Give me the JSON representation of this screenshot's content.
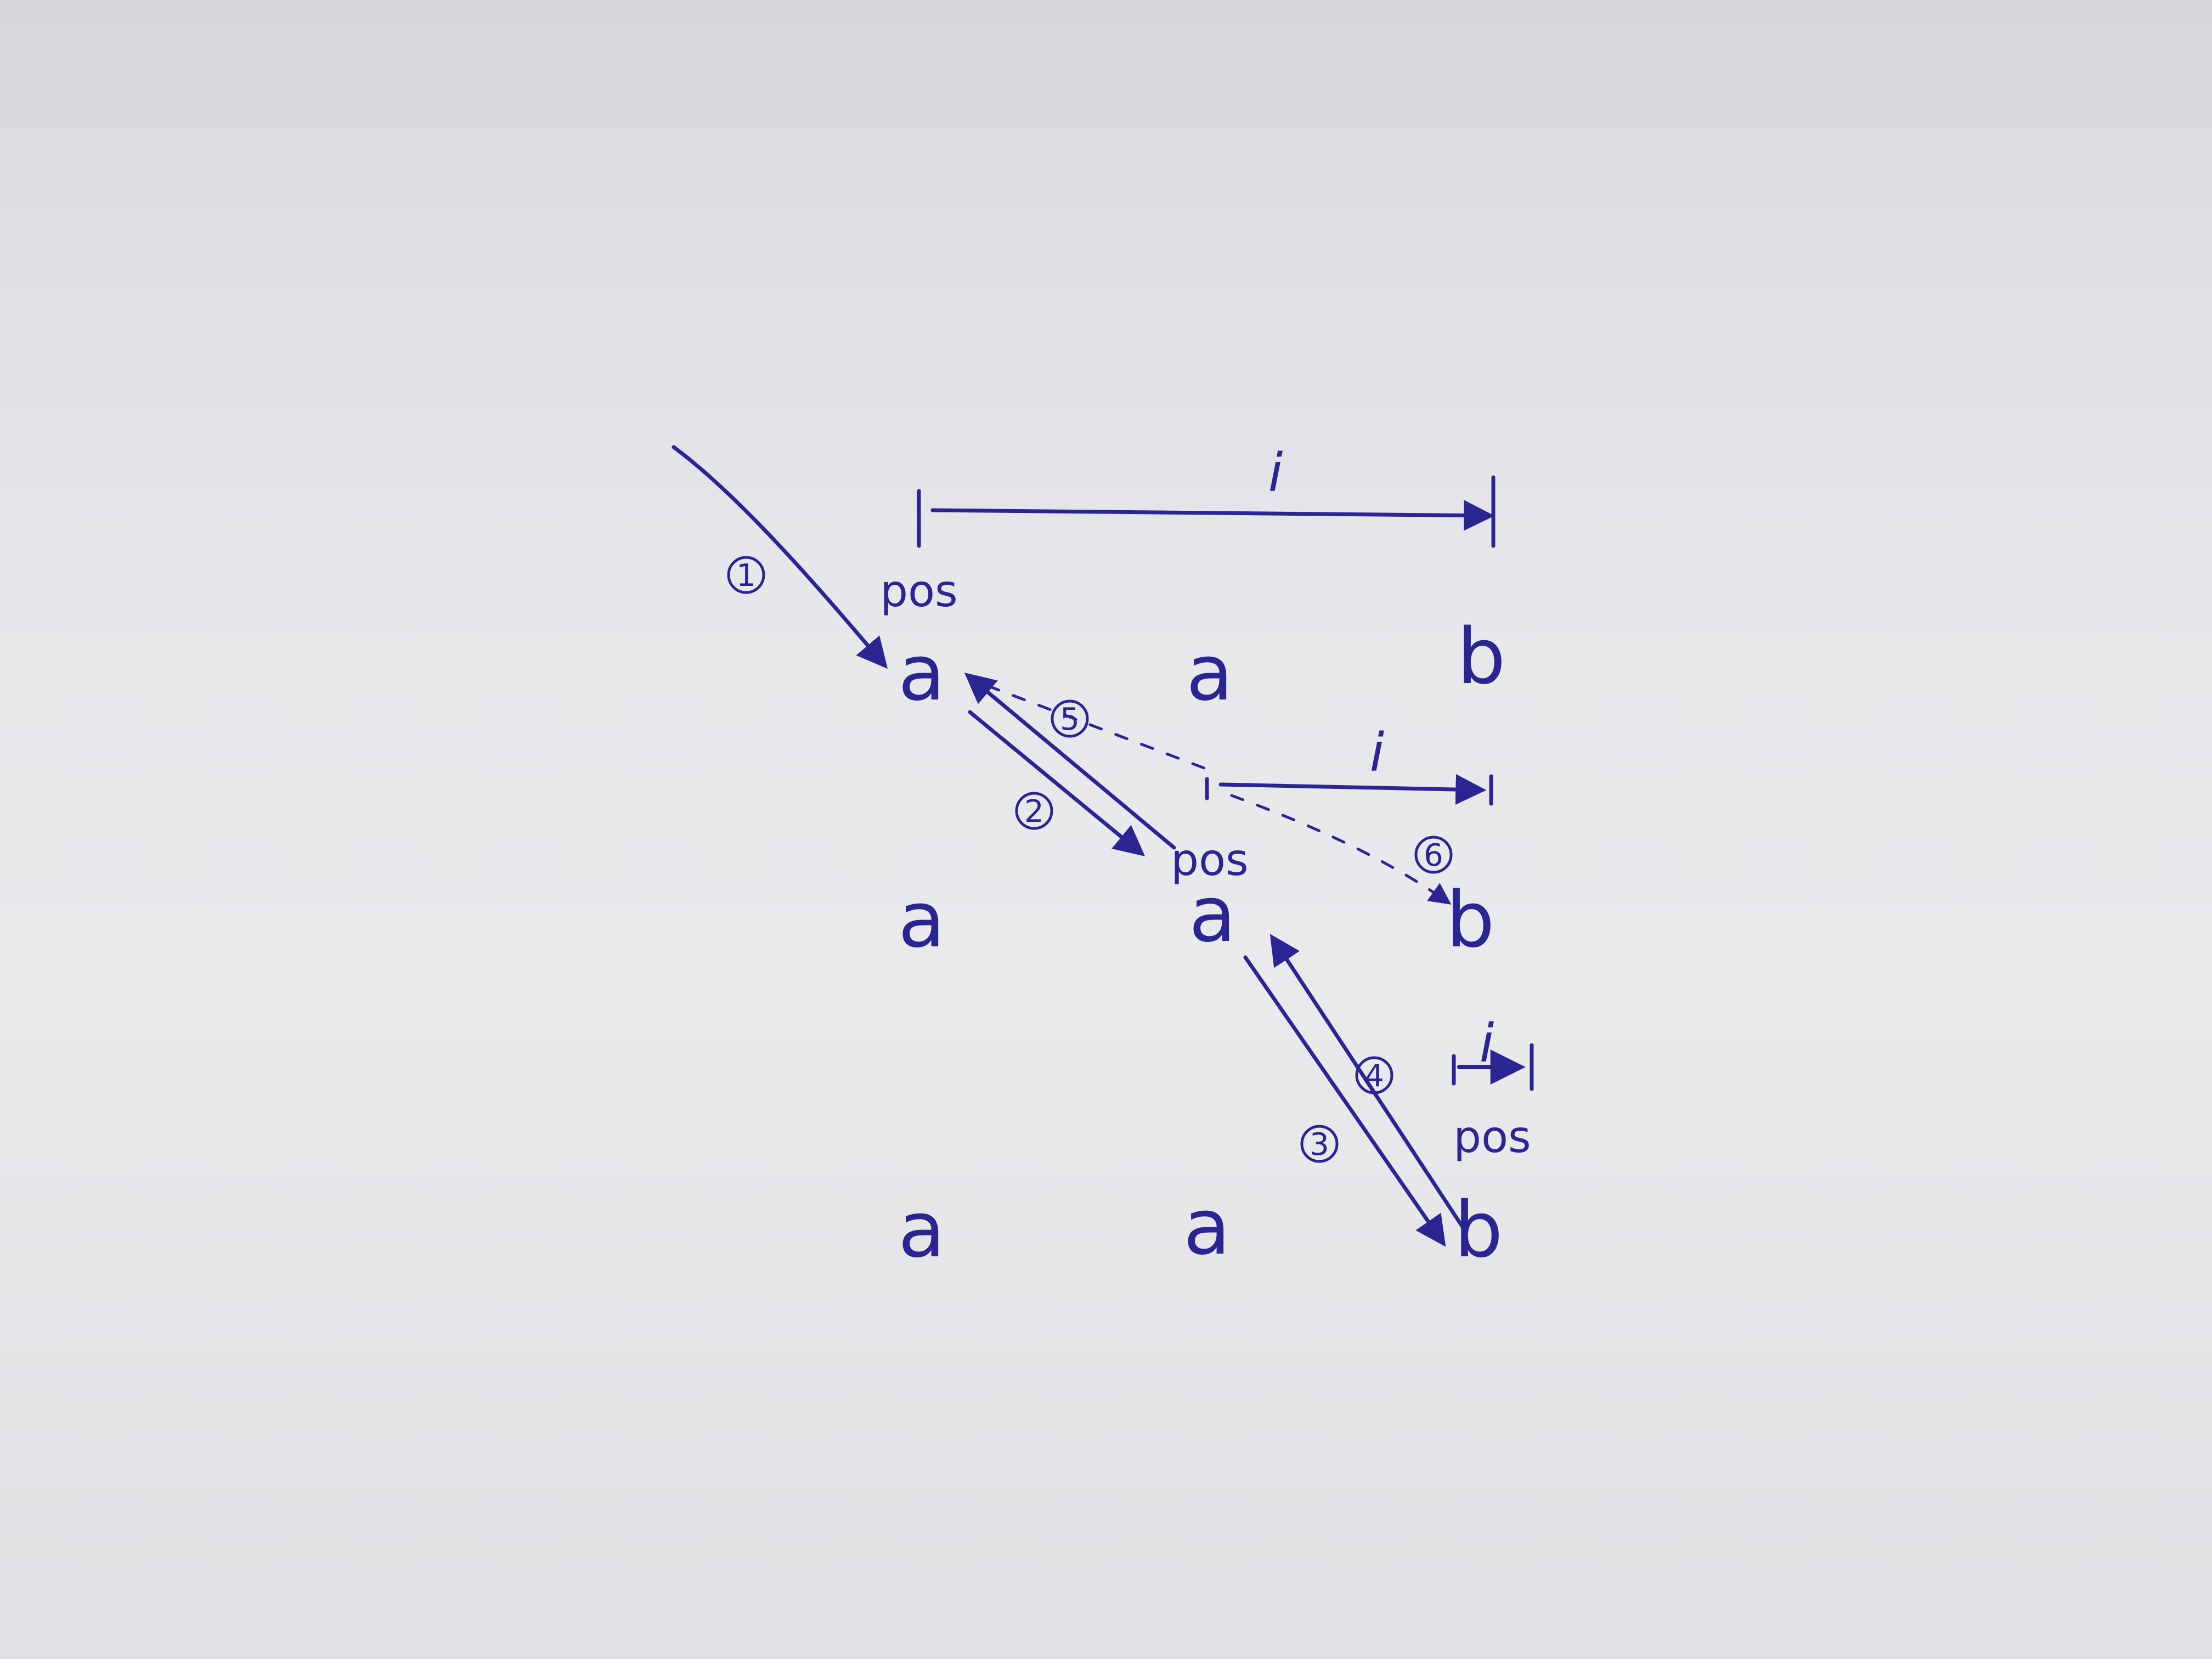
{
  "diagram": {
    "grid": [
      [
        "a",
        "a",
        "b"
      ],
      [
        "a",
        "a",
        "b"
      ],
      [
        "a",
        "a",
        "b"
      ]
    ],
    "pos_label": "pos",
    "i_label": "i",
    "steps": [
      "1",
      "2",
      "3",
      "4",
      "5",
      "6"
    ],
    "ink_color": "#2b2592"
  }
}
